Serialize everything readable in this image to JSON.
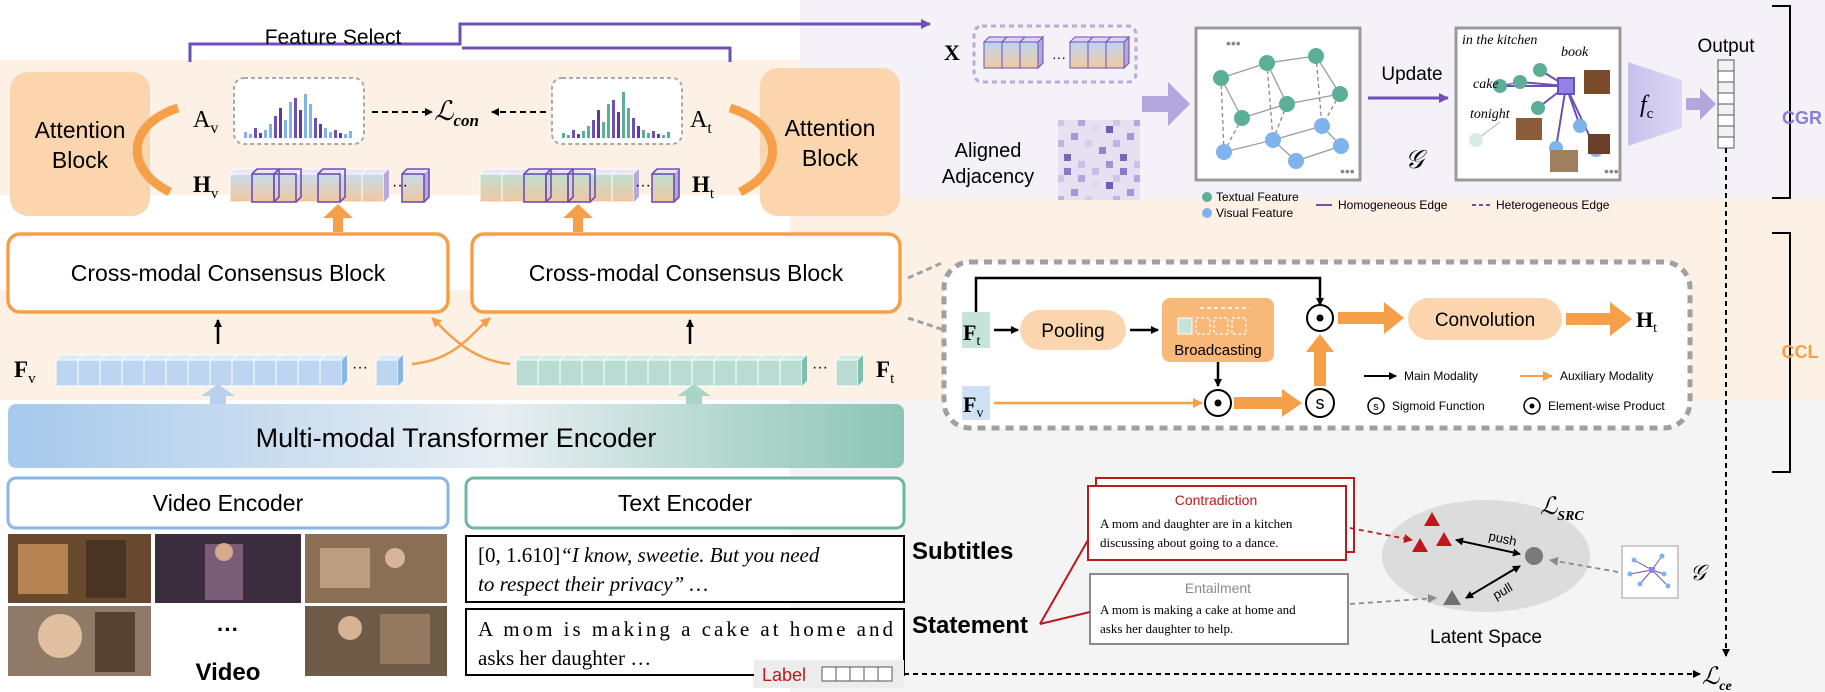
{
  "top_left": {
    "feature_select": "Feature Select",
    "attention_block_left": [
      "Attention",
      "Block"
    ],
    "attention_block_right": [
      "Attention",
      "Block"
    ],
    "a_v": "A",
    "a_v_sub": "v",
    "a_t": "A",
    "a_t_sub": "t",
    "h_v": "H",
    "h_v_sub": "v",
    "h_t": "H",
    "h_t_sub": "t",
    "l_con": "ℒ",
    "l_con_sub": "con",
    "ccb_left": "Cross-modal Consensus Block",
    "ccb_right": "Cross-modal Consensus Block",
    "f_v": "F",
    "f_v_sub": "v",
    "f_t": "F",
    "f_t_sub": "t",
    "dots": "···",
    "encoder": "Multi-modal Transformer Encoder",
    "video_encoder": "Video Encoder",
    "text_encoder": "Text Encoder",
    "video_ellipsis": "···",
    "video_label": "Video"
  },
  "text_inputs": {
    "subtitle_prefix": "[0, 1.610]",
    "subtitle_line1": "“I know, sweetie. But you need",
    "subtitle_line2": "to respect their privacy” …",
    "statement_line1": "A mom is making a cake at home and",
    "statement_line2": "asks her daughter …",
    "subtitles_label": "Subtitles",
    "statement_label": "Statement",
    "label_word": "Label"
  },
  "cgr": {
    "x_label": "X",
    "aligned": [
      "Aligned",
      "Adjacency"
    ],
    "update": "Update",
    "g_symbol": "𝒢",
    "kitchen": "in the kitchen",
    "book": "book",
    "cake": "cake",
    "tonight": "tonight",
    "f_c": "f",
    "f_c_sub": "c",
    "output": "Output",
    "tag": "CGR",
    "legend_textual": "Textual Feature",
    "legend_visual": "Visual Feature",
    "legend_homo": "Homogeneous Edge",
    "legend_hetero": "Heterogeneous Edge"
  },
  "ccl": {
    "f_t": "F",
    "f_t_sub": "t",
    "f_v": "F",
    "f_v_sub": "v",
    "pooling": "Pooling",
    "broadcasting": "Broadcasting",
    "convolution": "Convolution",
    "h_t": "H",
    "h_t_sub": "t",
    "sigmoid_glyph": "s",
    "legend_main": "Main Modality",
    "legend_aux": "Auxiliary Modality",
    "legend_sigmoid": "Sigmoid Function",
    "legend_product": "Element-wise Product",
    "tag": "CCL"
  },
  "src": {
    "contradiction": "Contradiction",
    "contradiction_line1": "A mom and daughter are in a kitchen",
    "contradiction_line2": "discussing about going to a dance.",
    "entailment": "Entailment",
    "entailment_line1": "A mom is making a cake at home and",
    "entailment_line2": "asks her daughter to help.",
    "l_src": "ℒ",
    "l_src_sub": "SRC",
    "push": "push",
    "pull": "pull",
    "latent": "Latent Space",
    "g_symbol": "𝒢",
    "l_ce": "ℒ",
    "l_ce_sub": "ce"
  },
  "colors": {
    "orange": "#f5a049",
    "orange_light": "#fbd5ad",
    "purple": "#6e4fb8",
    "blue_cell": "#bcd6f2",
    "teal_cell": "#b9dcd2",
    "cgr_tag": "#8c7fd3",
    "ccl_tag": "#f5a049",
    "contradiction": "#c0171c"
  }
}
